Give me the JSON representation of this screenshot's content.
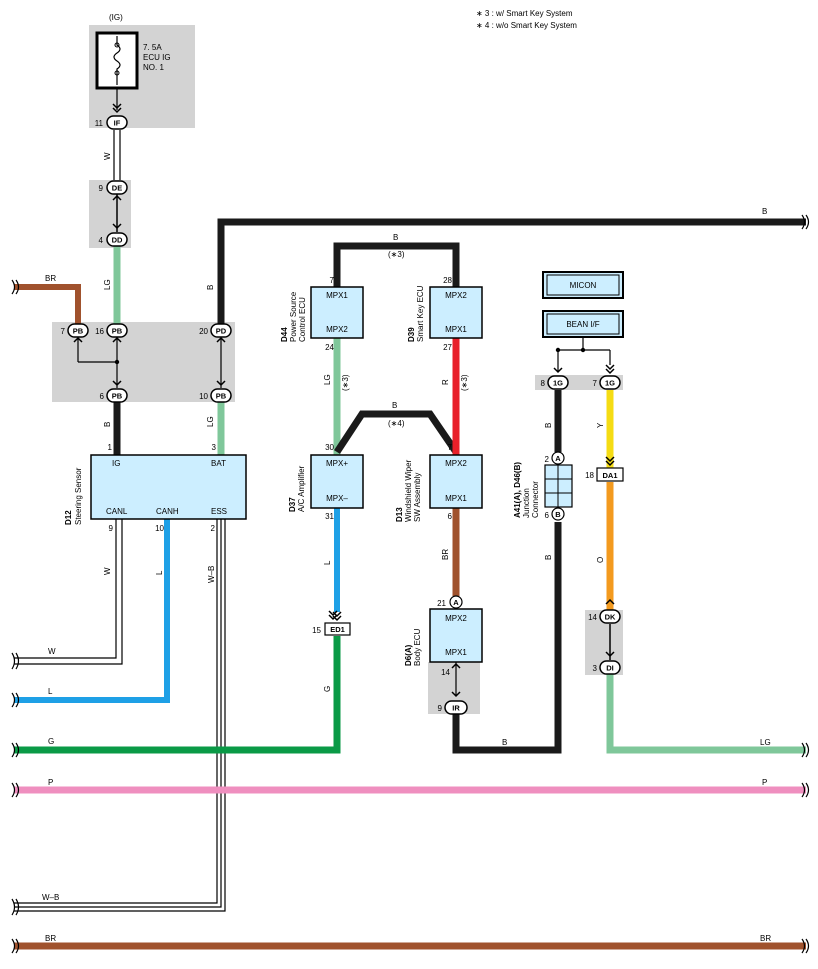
{
  "notes": {
    "note3": "∗ 3 : w/ Smart Key System",
    "note4": "∗ 4 : w/o Smart Key System"
  },
  "fuse": {
    "ig": "(IG)",
    "rating": "7. 5A",
    "name1": "ECU IG",
    "name2": "NO. 1"
  },
  "connectors": {
    "if": "IF",
    "de": "DE",
    "dd": "DD",
    "pb": "PB",
    "pd": "PD",
    "ed1": "ED1",
    "ir": "IR",
    "a": "A",
    "b": "B",
    "g1": "1G",
    "da1": "DA1",
    "dk": "DK",
    "di": "DI"
  },
  "pins": {
    "p11": "11",
    "p9": "9",
    "p4": "4",
    "p7": "7",
    "p16": "16",
    "p20": "20",
    "p6": "6",
    "p10": "10",
    "p1": "1",
    "p3": "3",
    "p2": "2",
    "p28": "28",
    "p24": "24",
    "p27": "27",
    "p30": "30",
    "p31": "31",
    "p15": "15",
    "p21": "21",
    "p14": "14",
    "p8": "8",
    "p18": "18"
  },
  "wires": {
    "w": "W",
    "lg": "LG",
    "b": "B",
    "br": "BR",
    "r": "R",
    "l": "L",
    "wb": "W–B",
    "g": "G",
    "p": "P",
    "y": "Y",
    "o": "O"
  },
  "marks": {
    "s3": "(∗3)",
    "s4": "(∗4)"
  },
  "components": {
    "steering": {
      "code": "D12",
      "name": "Steering Sensor",
      "ig": "IG",
      "bat": "BAT",
      "canl": "CANL",
      "canh": "CANH",
      "ess": "ESS"
    },
    "power": {
      "code": "D44",
      "name1": "Power Source",
      "name2": "Control ECU",
      "top": "MPX1",
      "bottom": "MPX2"
    },
    "smartkey": {
      "code": "D39",
      "name": "Smart Key ECU",
      "top": "MPX2",
      "bottom": "MPX1"
    },
    "ac": {
      "code": "D37",
      "name": "A/C Amplifier",
      "top": "MPX+",
      "bottom": "MPX–"
    },
    "wiper": {
      "code": "D13",
      "name1": "Windshield Wiper",
      "name2": "SW Assembly",
      "top": "MPX2",
      "bottom": "MPX1"
    },
    "body": {
      "code": "D6(A)",
      "name": "Body ECU",
      "top": "MPX2",
      "bottom": "MPX1"
    },
    "junction": {
      "code": "A41(A), D46(B)",
      "name1": "Junction",
      "name2": "Connector"
    },
    "micon": "MICON",
    "beanif": "BEAN I/F"
  },
  "colors": {
    "black": "#1a1a1a",
    "lightgreen": "#7fc79a",
    "brown": "#a0522d",
    "red": "#e8202a",
    "blue": "#1ea0e6",
    "green": "#0a9a46",
    "pink": "#ef8fbf",
    "yellow": "#f5dc14",
    "orange": "#f39a1e",
    "ecu": "#cceeff",
    "shade": "#d3d3d3"
  }
}
